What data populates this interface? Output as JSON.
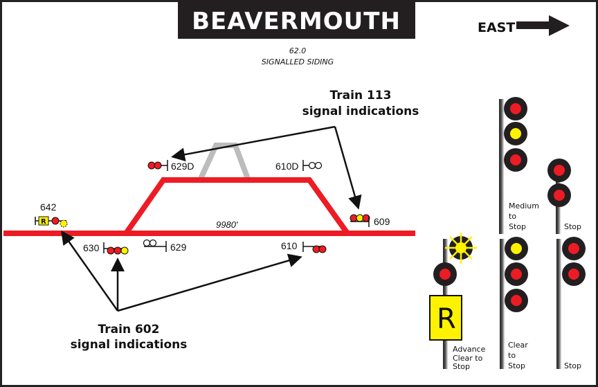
{
  "header": {
    "title": "BEAVERMOUTH",
    "mileage": "62.0",
    "subtitle": "SIGNALLED SIDING",
    "direction_label": "EAST",
    "direction_icon": "arrow-right-icon"
  },
  "track": {
    "siding_length": "9980'",
    "main_color": "#ed1c24",
    "spur_color": "#bcbcbc"
  },
  "signals": [
    {
      "id": "642",
      "label": "642",
      "aspects": [
        "R-plate",
        "red",
        "yellow-flashing"
      ]
    },
    {
      "id": "630",
      "label": "630",
      "aspects": [
        "red",
        "red",
        "yellow"
      ]
    },
    {
      "id": "629",
      "label": "629",
      "aspects": [
        "dark",
        "dark"
      ]
    },
    {
      "id": "629D",
      "label": "629D",
      "aspects": [
        "red",
        "red"
      ]
    },
    {
      "id": "610D",
      "label": "610D",
      "aspects": [
        "dark",
        "dark"
      ]
    },
    {
      "id": "609",
      "label": "609",
      "aspects": [
        "red",
        "yellow",
        "red"
      ]
    },
    {
      "id": "610",
      "label": "610",
      "aspects": [
        "red",
        "red"
      ]
    }
  ],
  "callouts": {
    "train_113": {
      "line1": "Train 113",
      "line2": "signal indications"
    },
    "train_602": {
      "line1": "Train 602",
      "line2": "signal indications"
    }
  },
  "legend": [
    {
      "name": "medium-to-stop",
      "lines": [
        "Medium",
        "to",
        "Stop"
      ],
      "lamps": [
        "red",
        "yellow",
        "red"
      ]
    },
    {
      "name": "stop-upper",
      "lines": [
        "Stop"
      ],
      "lamps": [
        "red",
        "red"
      ]
    },
    {
      "name": "advance-clear-to-stop",
      "lines": [
        "Advance",
        "Clear to",
        "Stop"
      ],
      "lamps": [
        "yellow-flashing",
        "red"
      ],
      "plate": "R"
    },
    {
      "name": "clear-to-stop",
      "lines": [
        "Clear",
        "to",
        "Stop"
      ],
      "lamps": [
        "yellow",
        "red",
        "red"
      ]
    },
    {
      "name": "stop-lower",
      "lines": [
        "Stop"
      ],
      "lamps": [
        "red",
        "red"
      ]
    }
  ],
  "colors": {
    "red": "#ed1c24",
    "yellow": "#fff200",
    "black": "#231f20",
    "plate": "#fff200"
  }
}
